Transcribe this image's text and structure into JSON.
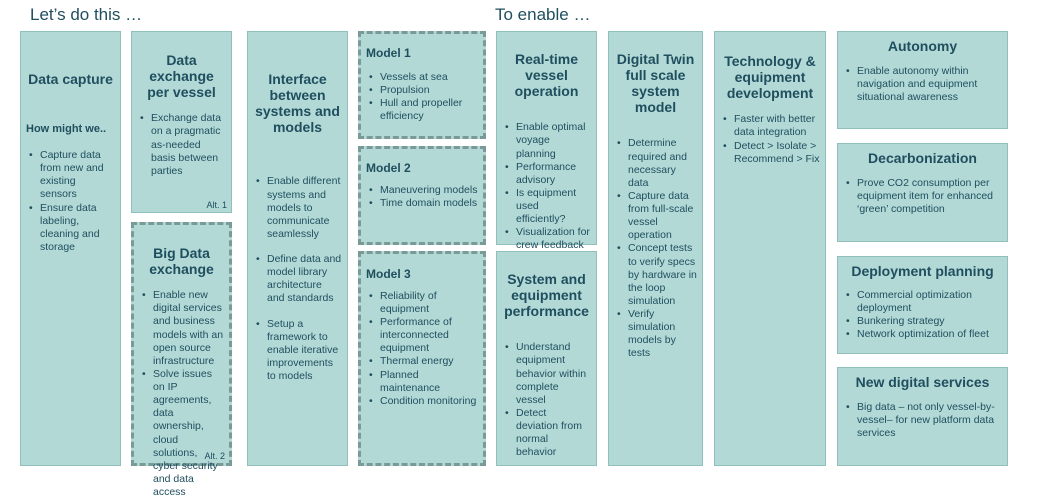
{
  "headers": {
    "left": "Let’s do this …",
    "right": "To enable …"
  },
  "data_capture": {
    "title": "Data capture",
    "subtitle": "How might we..",
    "items": [
      "Capture data from new and existing sensors",
      "Ensure data labeling, cleaning and storage"
    ]
  },
  "data_exchange": {
    "title": "Data exchange per vessel",
    "items": [
      "Exchange data on a pragmatic as-needed basis between parties"
    ],
    "alt": "Alt. 1"
  },
  "big_data": {
    "title": "Big Data exchange",
    "items": [
      "Enable new digital services and business models with an open source infrastructure",
      "Solve issues on IP agreements, data ownership, cloud solutions, cyber security and data access"
    ],
    "alt": "Alt. 2"
  },
  "interface": {
    "title": "Interface between systems and models",
    "items": [
      "Enable different systems and models to communicate seamlessly",
      "Define data and model library architecture and standards",
      "Setup a framework to enable iterative improvements to models"
    ]
  },
  "model1": {
    "title": "Model 1",
    "items": [
      "Vessels at sea",
      "Propulsion",
      "Hull and propeller efficiency"
    ]
  },
  "model2": {
    "title": "Model 2",
    "items": [
      "Maneuvering models",
      "Time domain models"
    ]
  },
  "model3": {
    "title": "Model 3",
    "items": [
      "Reliability of equipment",
      "Performance of interconnected equipment",
      "Thermal energy",
      "Planned maintenance",
      "Condition monitoring"
    ]
  },
  "realtime": {
    "title": "Real-time vessel operation",
    "items": [
      "Enable optimal voyage planning",
      "Performance advisory",
      "Is equipment used efficiently?",
      "Visualization for crew feedback"
    ]
  },
  "system_perf": {
    "title": "System and equipment performance",
    "items": [
      "Understand equipment behavior within complete vessel",
      "Detect deviation from normal behavior"
    ]
  },
  "digital_twin": {
    "title": "Digital Twin full scale system model",
    "items": [
      "Determine required and necessary data",
      "Capture data from full-scale vessel operation",
      "Concept tests to verify specs by hardware in the loop simulation",
      "Verify simulation models by tests"
    ]
  },
  "technology": {
    "title": "Technology & equipment development",
    "items": [
      "Faster with better data integration",
      "Detect > Isolate > Recommend > Fix"
    ]
  },
  "autonomy": {
    "title": "Autonomy",
    "items": [
      "Enable autonomy within navigation and equipment situational awareness"
    ]
  },
  "decarbonization": {
    "title": "Decarbonization",
    "items": [
      "Prove CO2 consumption per equipment item for enhanced ‘green’ competition"
    ]
  },
  "deployment": {
    "title": "Deployment planning",
    "items": [
      "Commercial optimization deployment",
      "Bunkering strategy",
      "Network optimization of fleet"
    ]
  },
  "digital_services": {
    "title": "New digital services",
    "items": [
      "Big data – not only vessel-by-vessel– for new platform data services"
    ]
  }
}
